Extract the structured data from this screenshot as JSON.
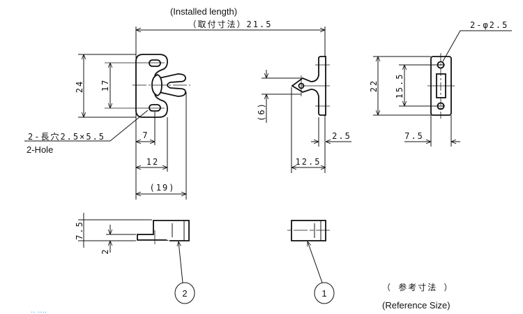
{
  "header": {
    "installed_length_en": "(Installed length)",
    "installed_length_jp": "（取付寸法）21.5"
  },
  "left_view": {
    "dim_height": "24",
    "dim_hole_pitch": "17",
    "hole_note_jp": "2-長穴2.5×5.5",
    "hole_note_en": "2-Hole",
    "dim_hole_offset": "7",
    "dim_width": "12",
    "dim_overall": "(19)"
  },
  "middle_view": {
    "dim_offset": "(6)",
    "dim_thickness": "2.5",
    "dim_reach": "12.5"
  },
  "right_view": {
    "hole_note": "2-φ2.5",
    "dim_height": "22",
    "dim_hole_pitch": "15.5",
    "dim_width": "7.5"
  },
  "bottom_view": {
    "dim_height": "7.5",
    "dim_flange": "2",
    "part_2_label": "2",
    "part_1_label": "1"
  },
  "footer": {
    "reference_jp": "（ 参考寸法 ）",
    "reference_en": "(Reference Size)",
    "dots": "‥ ‥‥"
  }
}
